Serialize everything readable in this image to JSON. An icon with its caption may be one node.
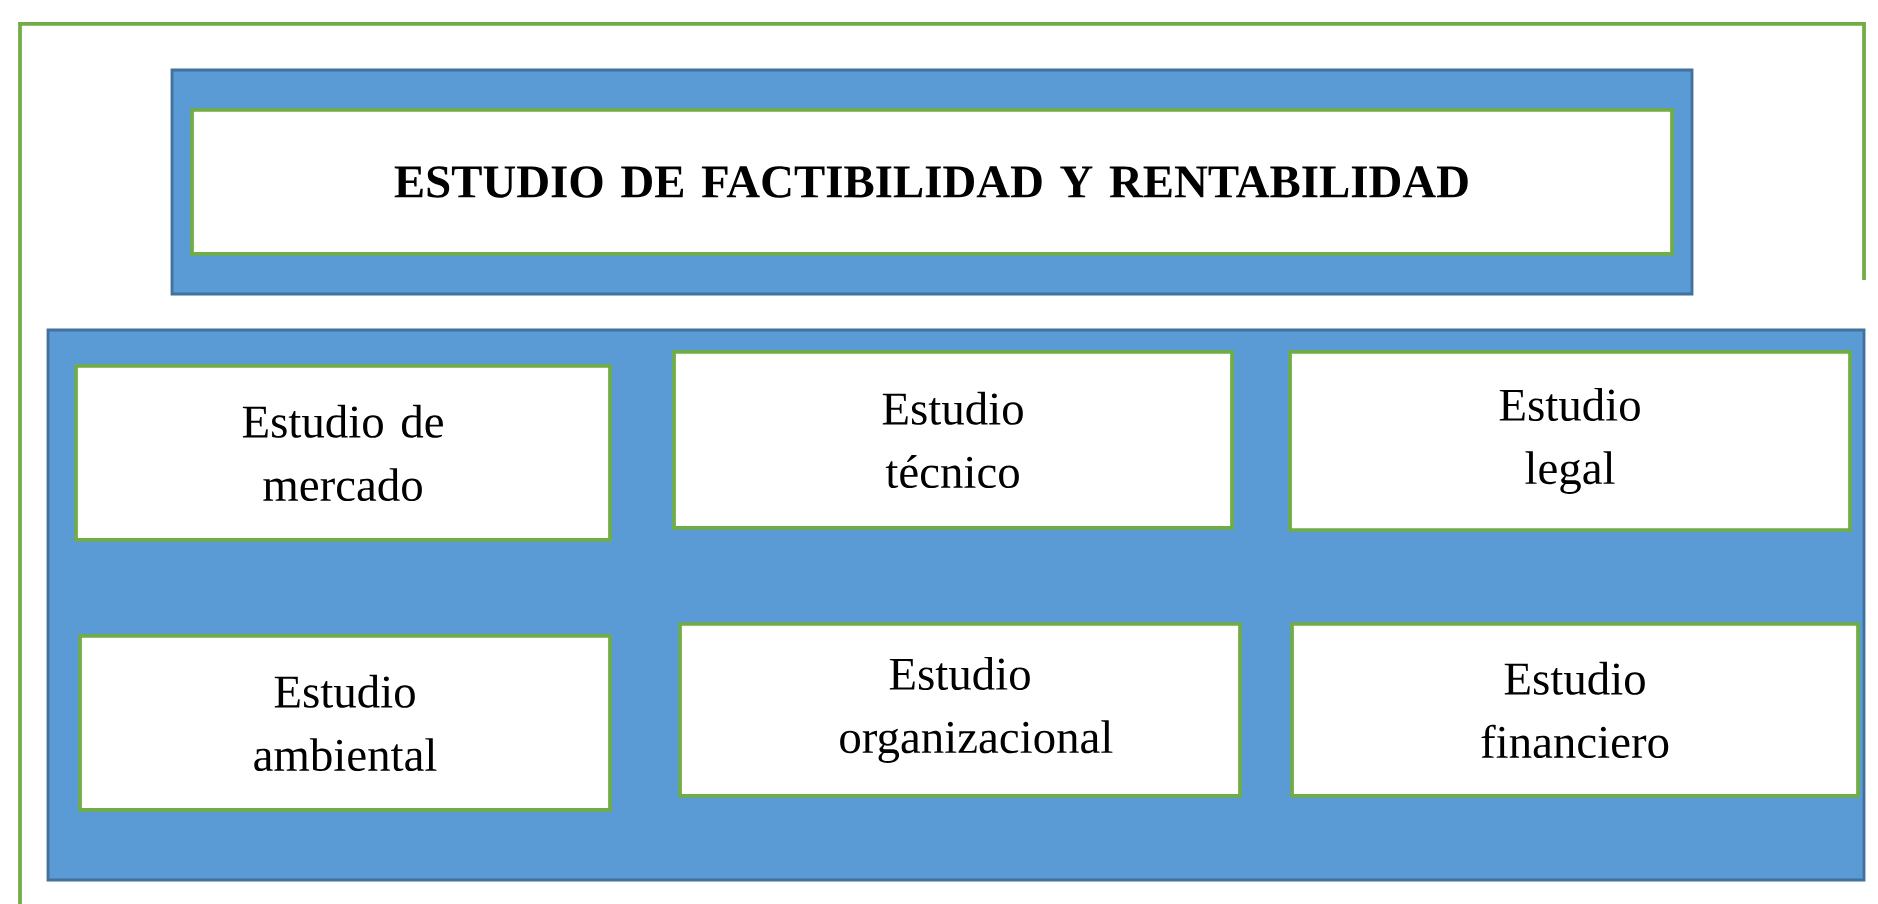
{
  "diagram": {
    "nodes": [
      {
        "text": [],
        "shape": "box"
      },
      {
        "text": [
          "ESTUDIO DE FACTIBILIDAD Y RENTABILIDAD"
        ],
        "in": 0
      },
      {
        "text": [],
        "shape": "box"
      },
      {
        "text": [
          "Estudio de mercado"
        ],
        "in": 2
      },
      {
        "text": [
          "Estudio técnico"
        ],
        "in": 2
      },
      {
        "text": [
          "Estudio legal"
        ],
        "in": 2
      },
      {
        "text": [
          "Estudio ambiental"
        ],
        "in": 2
      },
      {
        "text": [
          "Estudio organizacional"
        ],
        "in": 2
      },
      {
        "text": [
          "Estudio financiero"
        ],
        "in": 2
      }
    ]
  }
}
